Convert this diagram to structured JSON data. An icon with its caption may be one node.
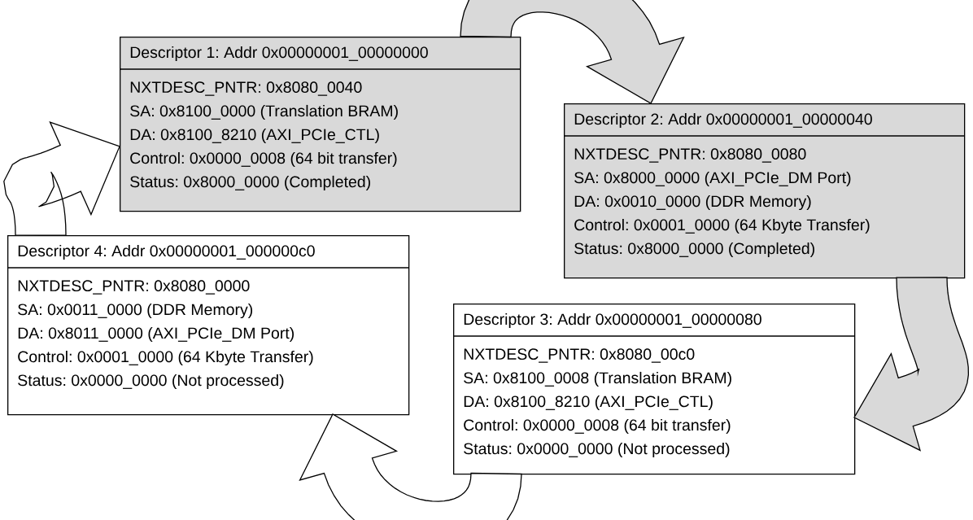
{
  "diagram": {
    "nodes": [
      {
        "text": [
          "Descriptor 1: Addr 0x00000001_00000000",
          "NXTDESC_PNTR: 0x8080_0040",
          "SA: 0x8100_0000 (Translation BRAM)",
          "DA: 0x8100_8210 (AXI_PCIe_CTL)",
          "Control: 0x0000_0008 (64 bit transfer)",
          "Status: 0x8000_0000 (Completed)"
        ]
      },
      {
        "text": [
          "Descriptor 2: Addr 0x00000001_00000040",
          "NXTDESC_PNTR: 0x8080_0080",
          "SA: 0x8000_0000 (AXI_PCIe_DM Port)",
          "DA: 0x0010_0000 (DDR Memory)",
          "Control: 0x0001_0000 (64 Kbyte Transfer)",
          "Status: 0x8000_0000 (Completed)"
        ]
      },
      {
        "text": [
          "Descriptor 3: Addr 0x00000001_00000080",
          "NXTDESC_PNTR: 0x8080_00c0",
          "SA: 0x8100_0008 (Translation BRAM)",
          "DA: 0x8100_8210 (AXI_PCIe_CTL)",
          "Control: 0x0000_0008 (64 bit transfer)",
          "Status: 0x0000_0000 (Not processed)"
        ]
      },
      {
        "text": [
          "Descriptor 4: Addr 0x00000001_000000c0",
          "NXTDESC_PNTR: 0x8080_0000",
          "SA: 0x0011_0000 (DDR Memory)",
          "DA: 0x8011_0000 (AXI_PCIe_DM Port)",
          "Control: 0x0001_0000 (64 Kbyte Transfer)",
          "Status: 0x0000_0000 (Not processed)"
        ]
      }
    ],
    "edges": [
      {
        "from": 0,
        "to": 1,
        "arrow": "to",
        "color": "#d9d9d9"
      },
      {
        "from": 1,
        "to": 2,
        "arrow": "to",
        "color": "#d9d9d9"
      },
      {
        "from": 2,
        "to": 3,
        "arrow": "to"
      },
      {
        "from": 3,
        "to": 0,
        "arrow": "to"
      }
    ]
  }
}
